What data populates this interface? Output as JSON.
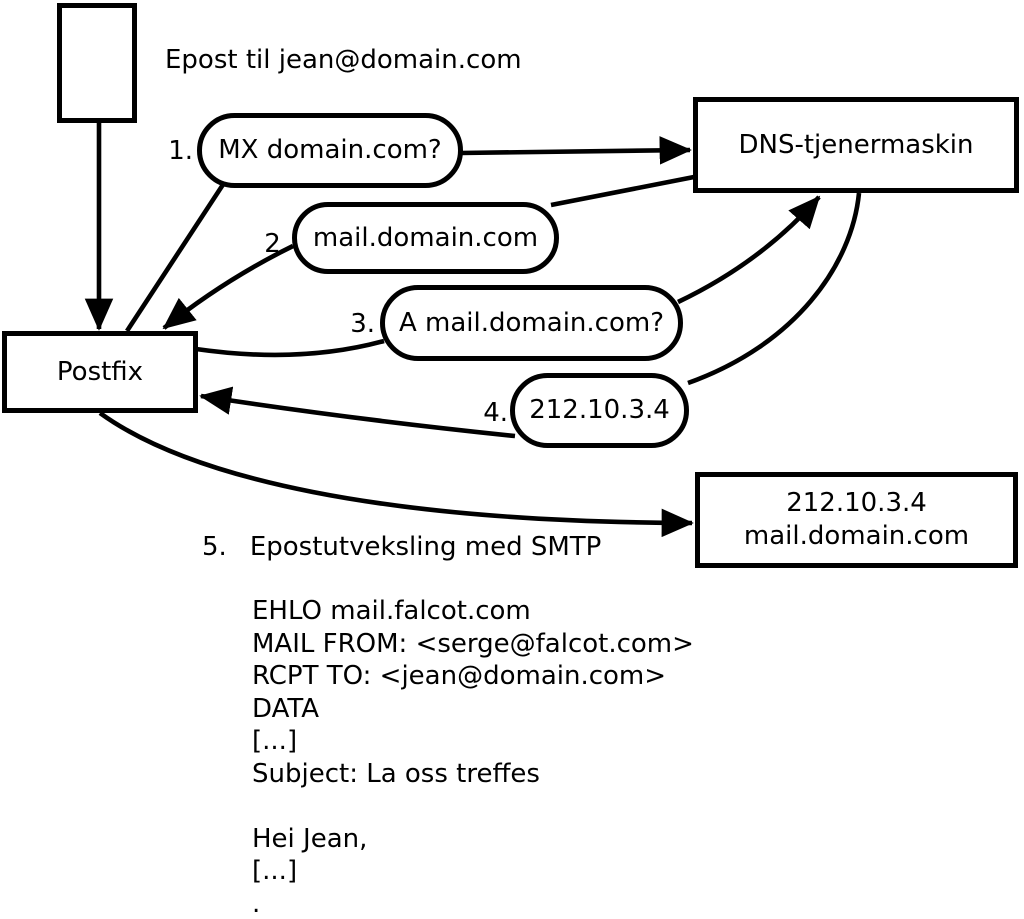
{
  "diagram": {
    "title": "Epost til jean@domain.com",
    "nodes": {
      "postfix": "Postfix",
      "dns_server": "DNS-tjenermaskin",
      "mail_server_ip": "212.10.3.4",
      "mail_server_host": "mail.domain.com"
    },
    "steps": [
      {
        "number": "1.",
        "label": "MX domain.com?"
      },
      {
        "number": "2.",
        "label": "mail.domain.com"
      },
      {
        "number": "3.",
        "label": "A mail.domain.com?"
      },
      {
        "number": "4.",
        "label": "212.10.3.4"
      },
      {
        "number": "5.",
        "label": "Epostutveksling med SMTP"
      }
    ],
    "smtp_session": "EHLO mail.falcot.com\nMAIL FROM: <serge@falcot.com>\nRCPT TO: <jean@domain.com>\nDATA\n[...]\nSubject: La oss treffes\n\nHei Jean,\n[...]\n.",
    "colors": {
      "stroke": "#000000",
      "background": "#ffffff"
    }
  }
}
